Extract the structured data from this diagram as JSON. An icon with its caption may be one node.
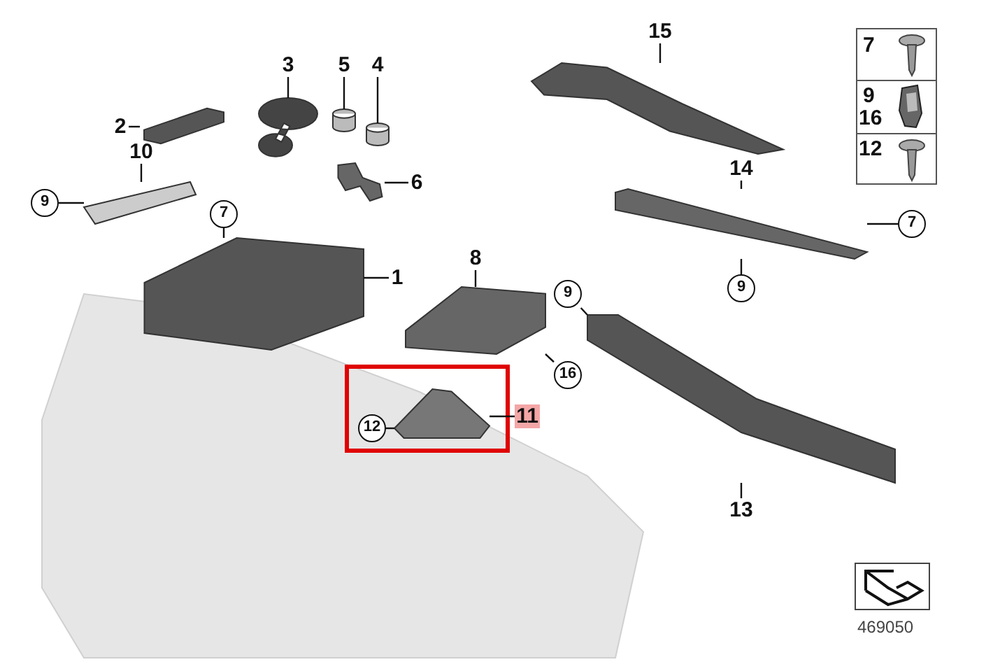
{
  "diagram": {
    "nodes": [
      {
        "text": [
          "2"
        ]
      },
      {
        "text": [
          "3"
        ]
      },
      {
        "text": [
          "5"
        ]
      },
      {
        "text": [
          "4"
        ]
      },
      {
        "text": [
          "15"
        ]
      },
      {
        "text": [
          "6"
        ]
      },
      {
        "text": [
          "10"
        ]
      },
      {
        "text": [
          "9"
        ]
      },
      {
        "text": [
          "7"
        ]
      },
      {
        "text": [
          "1"
        ]
      },
      {
        "text": [
          "8"
        ]
      },
      {
        "text": [
          "14"
        ]
      },
      {
        "text": [
          "7"
        ]
      },
      {
        "text": [
          "9"
        ]
      },
      {
        "text": [
          "9"
        ]
      },
      {
        "text": [
          "16"
        ]
      },
      {
        "text": [
          "12"
        ]
      },
      {
        "text": [
          "11"
        ]
      },
      {
        "text": [
          "13"
        ]
      },
      {
        "text": [],
        "shape": "picture"
      },
      {
        "text": [],
        "shape": "picture"
      },
      {
        "text": [],
        "shape": "cylinder"
      },
      {
        "text": [],
        "shape": "cylinder"
      },
      {
        "text": [],
        "shape": "picture"
      },
      {
        "text": [],
        "shape": "picture"
      },
      {
        "text": [],
        "shape": "picture"
      },
      {
        "text": [],
        "shape": "picture"
      },
      {
        "text": [],
        "shape": "picture"
      },
      {
        "text": [],
        "shape": "picture"
      },
      {
        "text": [],
        "shape": "picture"
      },
      {
        "text": [],
        "shape": "picture"
      }
    ],
    "edges": [
      {
        "from": 0,
        "to": 19,
        "arrow": "none"
      },
      {
        "from": 1,
        "to": 20,
        "arrow": "none"
      },
      {
        "from": 2,
        "to": 21,
        "arrow": "none"
      },
      {
        "from": 3,
        "to": 22,
        "arrow": "none"
      },
      {
        "from": 4,
        "to": 23,
        "arrow": "none"
      },
      {
        "from": 5,
        "to": 24,
        "arrow": "none"
      },
      {
        "from": 6,
        "to": 25,
        "arrow": "none"
      },
      {
        "from": 7,
        "to": 25,
        "arrow": "none"
      },
      {
        "from": 8,
        "to": 26,
        "arrow": "none"
      },
      {
        "from": 9,
        "to": 26,
        "arrow": "none"
      },
      {
        "from": 10,
        "to": 27,
        "arrow": "none"
      },
      {
        "from": 11,
        "to": 28,
        "arrow": "none"
      },
      {
        "from": 12,
        "to": 28,
        "arrow": "none"
      },
      {
        "from": 13,
        "to": 28,
        "arrow": "none"
      },
      {
        "from": 14,
        "to": 30,
        "arrow": "none"
      },
      {
        "from": 15,
        "to": 27,
        "arrow": "none"
      },
      {
        "from": 16,
        "to": 29,
        "arrow": "none"
      },
      {
        "from": 17,
        "to": 29,
        "arrow": "none"
      },
      {
        "from": 18,
        "to": 30,
        "arrow": "none"
      }
    ],
    "labels": [
      "7",
      "9",
      "16",
      "12",
      "469050"
    ]
  }
}
